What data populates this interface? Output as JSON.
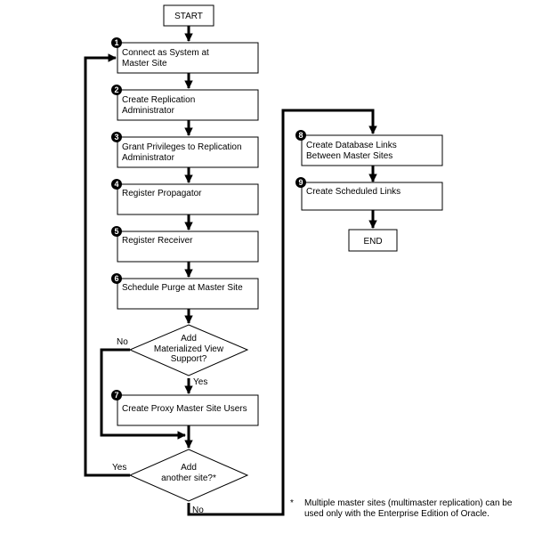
{
  "terminals": {
    "start": "START",
    "end": "END"
  },
  "steps": [
    {
      "num": "1",
      "lines": [
        "Connect as System at",
        "Master Site"
      ]
    },
    {
      "num": "2",
      "lines": [
        "Create Replication",
        "Administrator"
      ]
    },
    {
      "num": "3",
      "lines": [
        "Grant Privileges to Replication",
        "Administrator"
      ]
    },
    {
      "num": "4",
      "lines": [
        "Register Propagator"
      ]
    },
    {
      "num": "5",
      "lines": [
        "Register Receiver"
      ]
    },
    {
      "num": "6",
      "lines": [
        "Schedule Purge at Master Site"
      ]
    },
    {
      "num": "7",
      "lines": [
        "Create Proxy Master Site Users"
      ]
    },
    {
      "num": "8",
      "lines": [
        "Create Database Links",
        "Between Master Sites"
      ]
    },
    {
      "num": "9",
      "lines": [
        "Create Scheduled Links"
      ]
    }
  ],
  "decisions": {
    "mv_support": {
      "lines": [
        "Add",
        "Materialized View",
        "Support?"
      ],
      "yes": "Yes",
      "no": "No"
    },
    "another_site": {
      "lines": [
        "Add",
        "another site?*"
      ],
      "yes": "Yes",
      "no": "No"
    }
  },
  "footnote": {
    "marker": "*",
    "text": "Multiple master sites (multimaster replication) can be used only with the Enterprise Edition of Oracle."
  }
}
